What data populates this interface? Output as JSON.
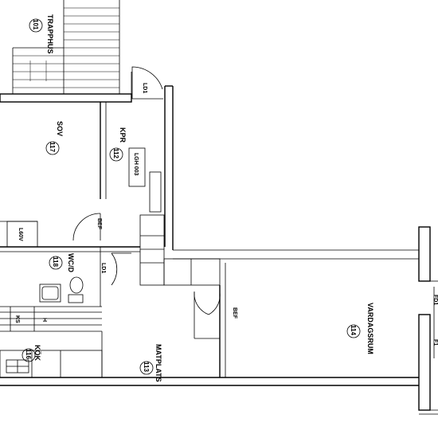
{
  "rooms": {
    "trapphus": {
      "name": "TRAPPHUS",
      "number": "101"
    },
    "sov": {
      "name": "SOV",
      "number": "117"
    },
    "kpr": {
      "name": "KPR",
      "number": "112"
    },
    "wc": {
      "name": "WC/D",
      "number": "118"
    },
    "kok": {
      "name": "KÖK",
      "number": "116"
    },
    "matplats": {
      "name": "MATPLATS",
      "number": "113"
    },
    "vardagsrum": {
      "name": "VARDAGSRUM",
      "number": "114"
    }
  },
  "labels": {
    "ld1_top": "LD1",
    "ld1_mid": "LD1",
    "apartment_tag": "LGH 003",
    "bef_top": "BEF",
    "bef_bottom": "BEF",
    "l60": "L60V",
    "ks": "KS",
    "h": "H",
    "fd": "FD1",
    "f1": "F1"
  }
}
